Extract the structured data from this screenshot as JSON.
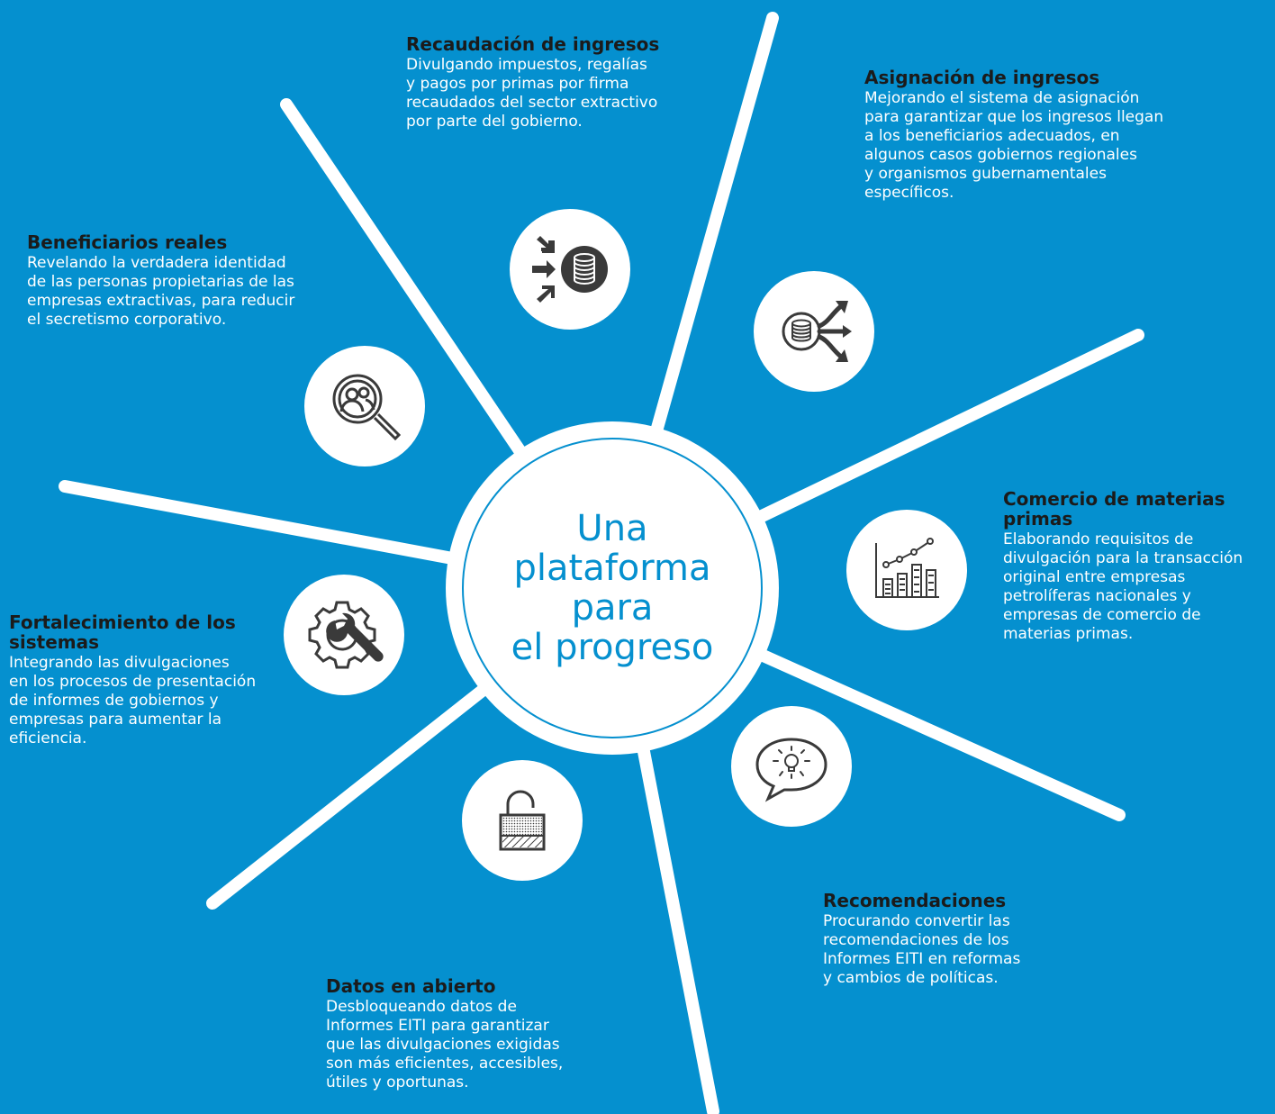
{
  "hub": {
    "title_lines": [
      "Una",
      "plataforma",
      "para",
      "el progreso"
    ]
  },
  "colors": {
    "background": "#0590cf",
    "spokes": "#ffffff",
    "icon": "#3a3a3a"
  },
  "segments": [
    {
      "id": "recaudacion",
      "icon": "coins-inflow-icon",
      "title": "Recaudación de ingresos",
      "text": [
        "Divulgando impuestos, regalías",
        "y pagos por primas por firma",
        "recaudados del sector extractivo",
        "por parte del gobierno."
      ]
    },
    {
      "id": "asignacion",
      "icon": "coins-distribution-icon",
      "title": "Asignación de ingresos",
      "text": [
        "Mejorando el sistema de asignación",
        "para garantizar que los ingresos llegan",
        "a los beneficiarios adecuados, en",
        "algunos casos gobiernos regionales",
        "y organismos gubernamentales",
        "específicos."
      ]
    },
    {
      "id": "beneficiarios",
      "icon": "people-magnifier-icon",
      "title": "Beneficiarios reales",
      "text": [
        "Revelando la verdadera identidad",
        "de las personas propietarias de las",
        "empresas extractivas, para reducir",
        "el secretismo corporativo."
      ]
    },
    {
      "id": "comercio",
      "icon": "bar-chart-trend-icon",
      "title": "Comercio de materias primas",
      "text": [
        "Elaborando requisitos de",
        "divulgación para la transacción",
        "original entre empresas",
        "petrolíferas nacionales y",
        "empresas de comercio de",
        "materias primas."
      ]
    },
    {
      "id": "fortalecimiento",
      "icon": "gear-wrench-icon",
      "title": "Fortalecimiento de los sistemas",
      "text": [
        "Integrando las divulgaciones",
        "en los procesos de presentación",
        "de informes de gobiernos y",
        "empresas para aumentar la",
        "eficiencia."
      ]
    },
    {
      "id": "recomendaciones",
      "icon": "speech-bulb-icon",
      "title": "Recomendaciones",
      "text": [
        "Procurando convertir las",
        "recomendaciones de los",
        "Informes EITI en reformas",
        "y cambios de políticas."
      ]
    },
    {
      "id": "datos",
      "icon": "open-padlock-icon",
      "title": "Datos en abierto",
      "text": [
        "Desbloqueando datos de",
        "Informes EITI para garantizar",
        "que las divulgaciones exigidas",
        "son más eficientes, accesibles,",
        "útiles y oportunas."
      ]
    }
  ]
}
